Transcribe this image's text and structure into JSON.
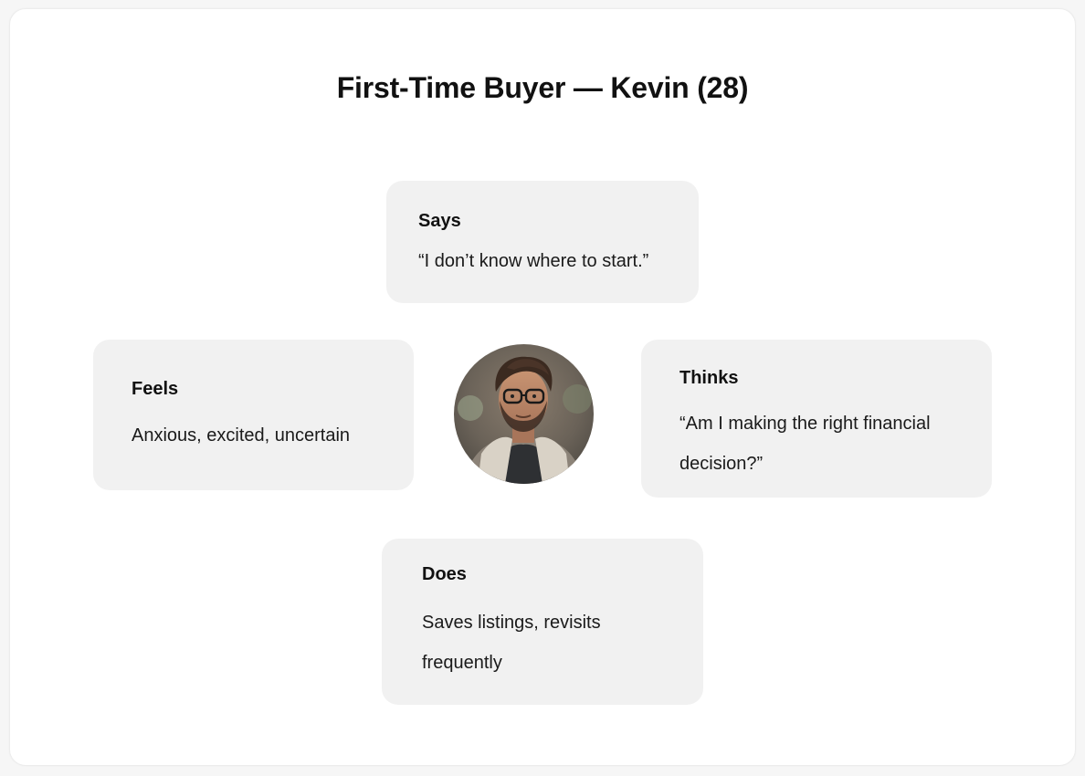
{
  "title": "First-Time Buyer — Kevin (28)",
  "cards": {
    "says": {
      "label": "Says",
      "text": "“I don’t know where to start.”"
    },
    "feels": {
      "label": "Feels",
      "text": "Anxious, excited, uncertain"
    },
    "thinks": {
      "label": "Thinks",
      "text": "“Am I making the right financial decision?”"
    },
    "does": {
      "label": "Does",
      "text": "Saves listings, revisits frequently"
    }
  },
  "avatar": {
    "icon": "persona-photo"
  },
  "colors": {
    "card_bg": "#f1f1f1",
    "frame_bg": "#ffffff",
    "text": "#111111"
  }
}
